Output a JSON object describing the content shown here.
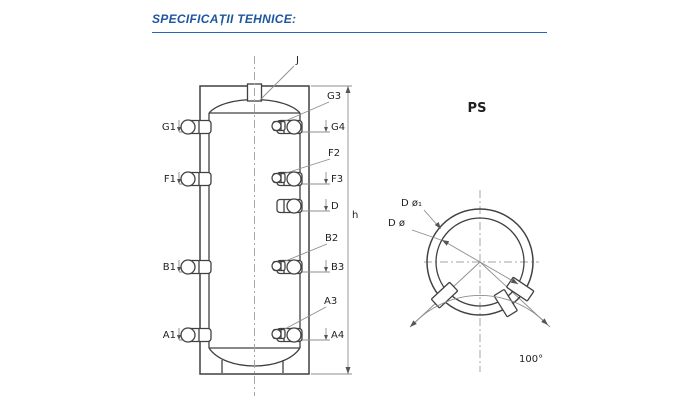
{
  "header": {
    "title": "SPECIFICAȚII TEHNICE:",
    "accent_color": "#1e56a0"
  },
  "front_view": {
    "top_port_label": "J",
    "height_label": "h",
    "left_ports": [
      {
        "label": "G1"
      },
      {
        "label": "F1"
      },
      {
        "label": "B1"
      },
      {
        "label": "A1"
      }
    ],
    "right_ports": [
      {
        "upper": "G3",
        "wall": "G4"
      },
      {
        "upper": "F2",
        "wall": "F3"
      },
      {
        "wall": "D"
      },
      {
        "upper": "B2",
        "wall": "B3"
      },
      {
        "upper": "A3",
        "wall": "A4"
      }
    ]
  },
  "top_view": {
    "title": "PS",
    "outer_diameter_label": "D ø₁",
    "inner_diameter_label": "D ø",
    "angle_label": "100°"
  }
}
